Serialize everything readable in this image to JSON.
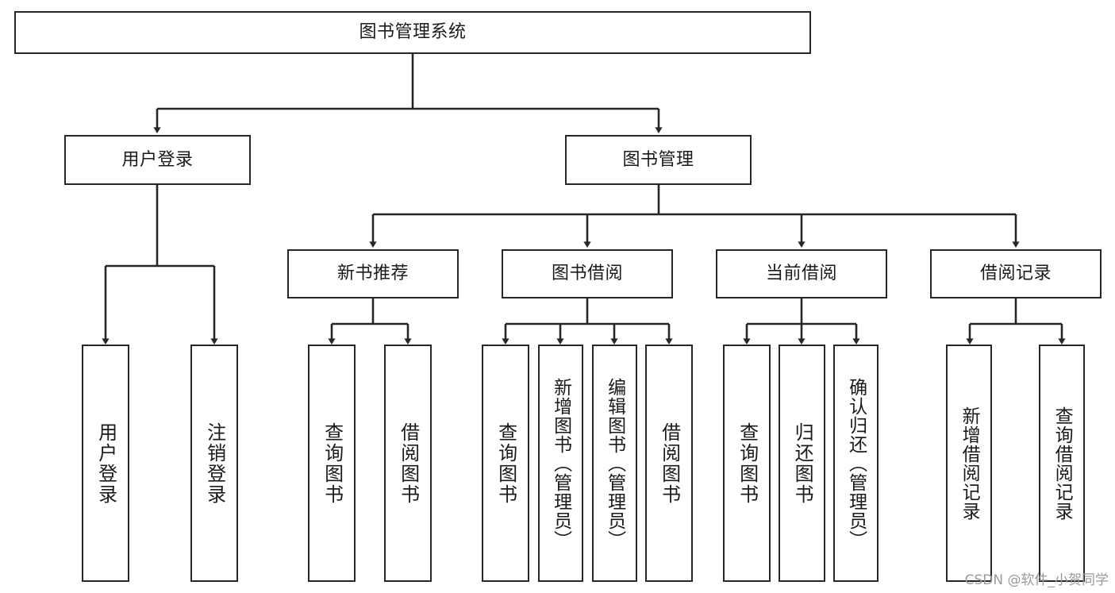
{
  "diagram": {
    "type": "tree",
    "title": "图书管理系统",
    "watermark": "CSDN @软件_小贺同学",
    "colors": {
      "box_border": "#262626",
      "box_fill": "#ffffff",
      "edge": "#262626",
      "text": "#1a1a1a",
      "watermark": "#9a9a9a",
      "background": "#ffffff"
    },
    "nodes": {
      "root": {
        "label": "图书管理系统"
      },
      "level2": [
        {
          "id": "user-login",
          "label": "用户登录"
        },
        {
          "id": "book-manage",
          "label": "图书管理"
        }
      ],
      "level3": [
        {
          "id": "new-book-recommend",
          "label": "新书推荐"
        },
        {
          "id": "book-borrow",
          "label": "图书借阅"
        },
        {
          "id": "current-borrow",
          "label": "当前借阅"
        },
        {
          "id": "borrow-record",
          "label": "借阅记录"
        }
      ],
      "leaves": {
        "user-login": [
          {
            "id": "leaf-user-login",
            "label": "用户登录"
          },
          {
            "id": "leaf-logout",
            "label": "注销登录"
          }
        ],
        "new-book-recommend": [
          {
            "id": "leaf-query-book-1",
            "label": "查询图书"
          },
          {
            "id": "leaf-borrow-book-1",
            "label": "借阅图书"
          }
        ],
        "book-borrow": [
          {
            "id": "leaf-query-book-2",
            "label": "查询图书"
          },
          {
            "id": "leaf-add-book",
            "label": "新增图书（管理员）"
          },
          {
            "id": "leaf-edit-book",
            "label": "编辑图书（管理员）"
          },
          {
            "id": "leaf-borrow-book-2",
            "label": "借阅图书"
          }
        ],
        "current-borrow": [
          {
            "id": "leaf-query-book-3",
            "label": "查询图书"
          },
          {
            "id": "leaf-return-book",
            "label": "归还图书"
          },
          {
            "id": "leaf-confirm-return",
            "label": "确认归还（管理员）"
          }
        ],
        "borrow-record": [
          {
            "id": "leaf-add-record",
            "label": "新增借阅记录"
          },
          {
            "id": "leaf-query-record",
            "label": "查询借阅记录"
          }
        ]
      }
    }
  }
}
